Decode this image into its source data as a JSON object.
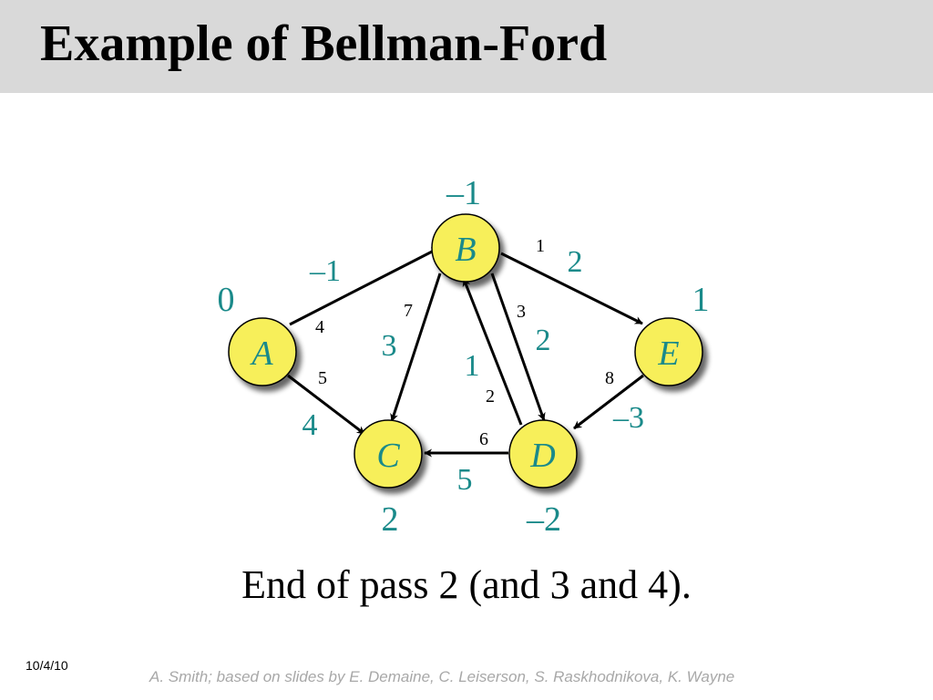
{
  "slide": {
    "title": "Example of Bellman-Ford",
    "caption": "End of pass 2 (and 3 and 4).",
    "date": "10/4/10",
    "credit": "A. Smith; based on slides by E. Demaine, C. Leiserson, S. Raskhodnikova, K. Wayne"
  },
  "colors": {
    "node_fill": "#f7ef5a",
    "accent": "#1a8a8a",
    "title_bar": "#d9d9d9"
  },
  "nodes": [
    {
      "id": "A",
      "label": "A",
      "distance": "0"
    },
    {
      "id": "B",
      "label": "B",
      "distance": "–1"
    },
    {
      "id": "C",
      "label": "C",
      "distance": "2"
    },
    {
      "id": "D",
      "label": "D",
      "distance": "–2"
    },
    {
      "id": "E",
      "label": "E",
      "distance": "1"
    }
  ],
  "edges": [
    {
      "from": "A",
      "to": "B",
      "weight": "–1",
      "order": "4"
    },
    {
      "from": "A",
      "to": "C",
      "weight": "4",
      "order": "5"
    },
    {
      "from": "B",
      "to": "C",
      "weight": "3",
      "order": "7"
    },
    {
      "from": "B",
      "to": "D",
      "weight": "2",
      "order": "3"
    },
    {
      "from": "D",
      "to": "B",
      "weight": "1",
      "order": "2"
    },
    {
      "from": "B",
      "to": "E",
      "weight": "2",
      "order": "1"
    },
    {
      "from": "E",
      "to": "D",
      "weight": "–3",
      "order": "8"
    },
    {
      "from": "D",
      "to": "C",
      "weight": "5",
      "order": "6"
    }
  ]
}
